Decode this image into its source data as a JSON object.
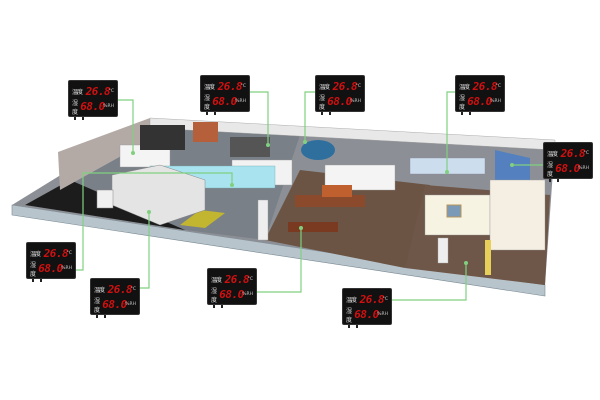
{
  "sensor_display": {
    "temp_label": "温度",
    "temp_value": "26.8",
    "temp_unit": "°C",
    "hum_label": "湿度",
    "hum_value": "68.0",
    "hum_unit": "%RH"
  },
  "colors": {
    "connector": "#7fd07f",
    "display_bg": "#111111",
    "digits": "#d01010"
  },
  "displays": [
    {
      "id": "storage-room"
    },
    {
      "id": "machine-room"
    },
    {
      "id": "server-tank-room"
    },
    {
      "id": "lab-room"
    },
    {
      "id": "glass-room"
    },
    {
      "id": "warehouse"
    },
    {
      "id": "loading-dock"
    },
    {
      "id": "office"
    },
    {
      "id": "exhibition-hall"
    }
  ]
}
